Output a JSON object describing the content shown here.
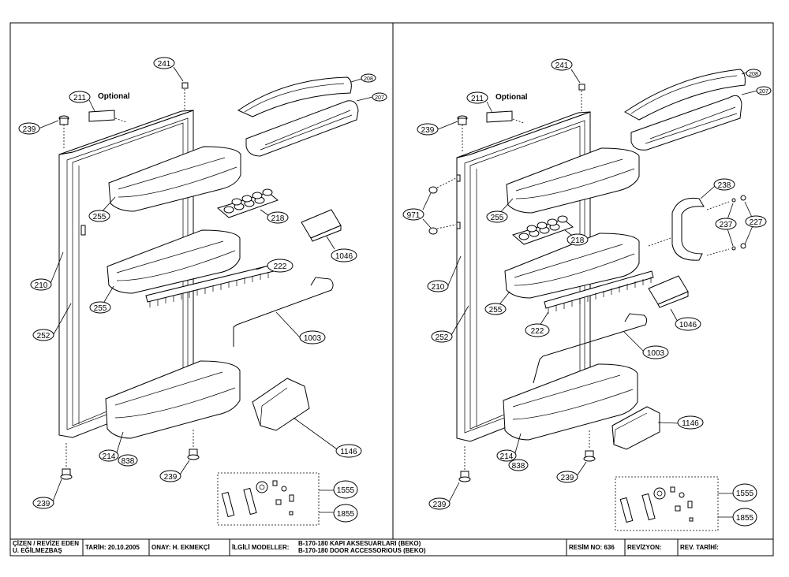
{
  "left_panel": {
    "optional_label": "Optional",
    "callouts": {
      "c241": "241",
      "c211": "211",
      "c239_top": "239",
      "c208": "208",
      "c207": "207",
      "c255_a": "255",
      "c218": "218",
      "c1046": "1046",
      "c210": "210",
      "c222": "222",
      "c255_b": "255",
      "c252": "252",
      "c1003": "1003",
      "c214": "214",
      "c838": "838",
      "c1146": "1146",
      "c239_mid": "239",
      "c239_bot": "239",
      "c1555": "1555",
      "c1855": "1855"
    }
  },
  "right_panel": {
    "optional_label": "Optional",
    "callouts": {
      "c241": "241",
      "c211": "211",
      "c239_top": "239",
      "c208": "208",
      "c207": "207",
      "c971": "971",
      "c255_a": "255",
      "c218": "218",
      "c238": "238",
      "c237": "237",
      "c227": "227",
      "c210": "210",
      "c255_b": "255",
      "c252": "252",
      "c222": "222",
      "c1046": "1046",
      "c1003": "1003",
      "c214": "214",
      "c838": "838",
      "c1146": "1146",
      "c239_mid": "239",
      "c239_bot": "239",
      "c1555": "1555",
      "c1855": "1855"
    }
  },
  "title_block": {
    "drawn_by_label": "ÇİZEN / REVİZE EDEN",
    "drawn_by_name": "U. EĞİLMEZBAŞ",
    "date": "TARİH: 20.10.2005",
    "approval": "ONAY: H. EKMEKÇİ",
    "related_models_label": "İLGİLİ MODELLER:",
    "description_tr": "B-170-180 KAPI AKSESUARLARI (BEKO)",
    "description_en": "B-170-180 DOOR  ACCESSORIOUS (BEKO)",
    "drawing_no": "RESİM NO: 636",
    "revision": "REVİZYON:",
    "revision_date": "REV. TARİHİ:"
  }
}
